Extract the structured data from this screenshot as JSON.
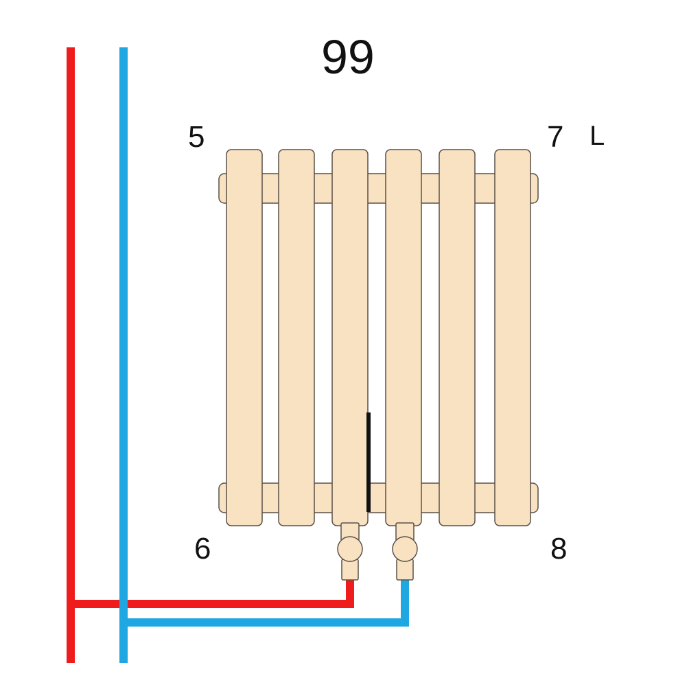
{
  "title": "99",
  "labels": {
    "top_left": "5",
    "top_right": "7",
    "side": "L",
    "bottom_left": "6",
    "bottom_right": "8"
  },
  "radiator": {
    "section_count": 6,
    "body_color": "#f9e2c2",
    "outline_color": "#5a5048"
  },
  "pipes": {
    "supply_color": "#ee1c1c",
    "return_color": "#1ea7e1"
  }
}
